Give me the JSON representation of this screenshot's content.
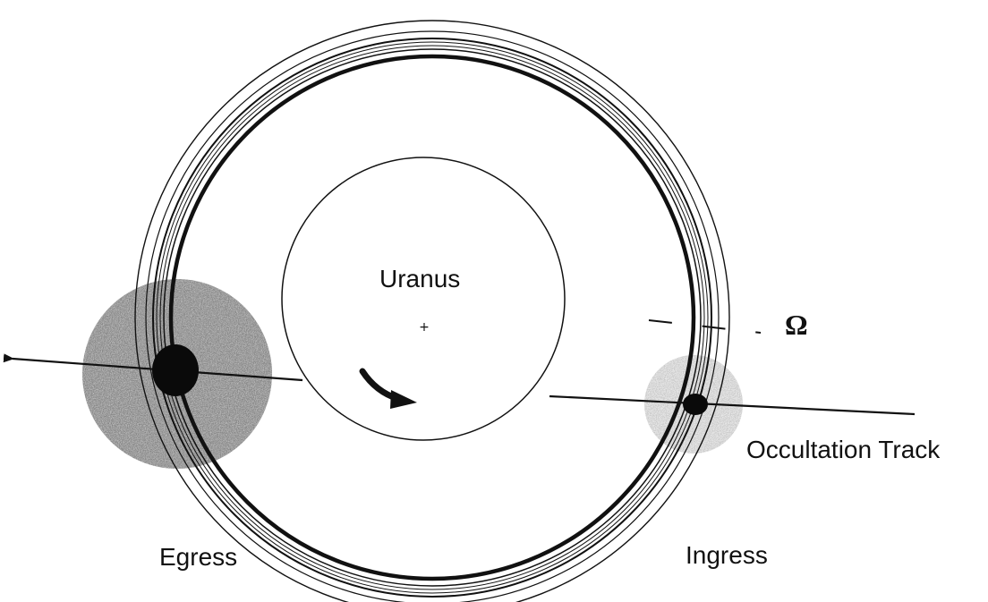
{
  "labels": {
    "planet": "Uranus",
    "node": "Ω",
    "track": "Occultation Track",
    "egress": "Egress",
    "ingress": "Ingress"
  },
  "colors": {
    "background": "#ffffff",
    "ink": "#111111",
    "halo_dark": "#5a5a5a",
    "halo_light": "#bdbdbd"
  }
}
